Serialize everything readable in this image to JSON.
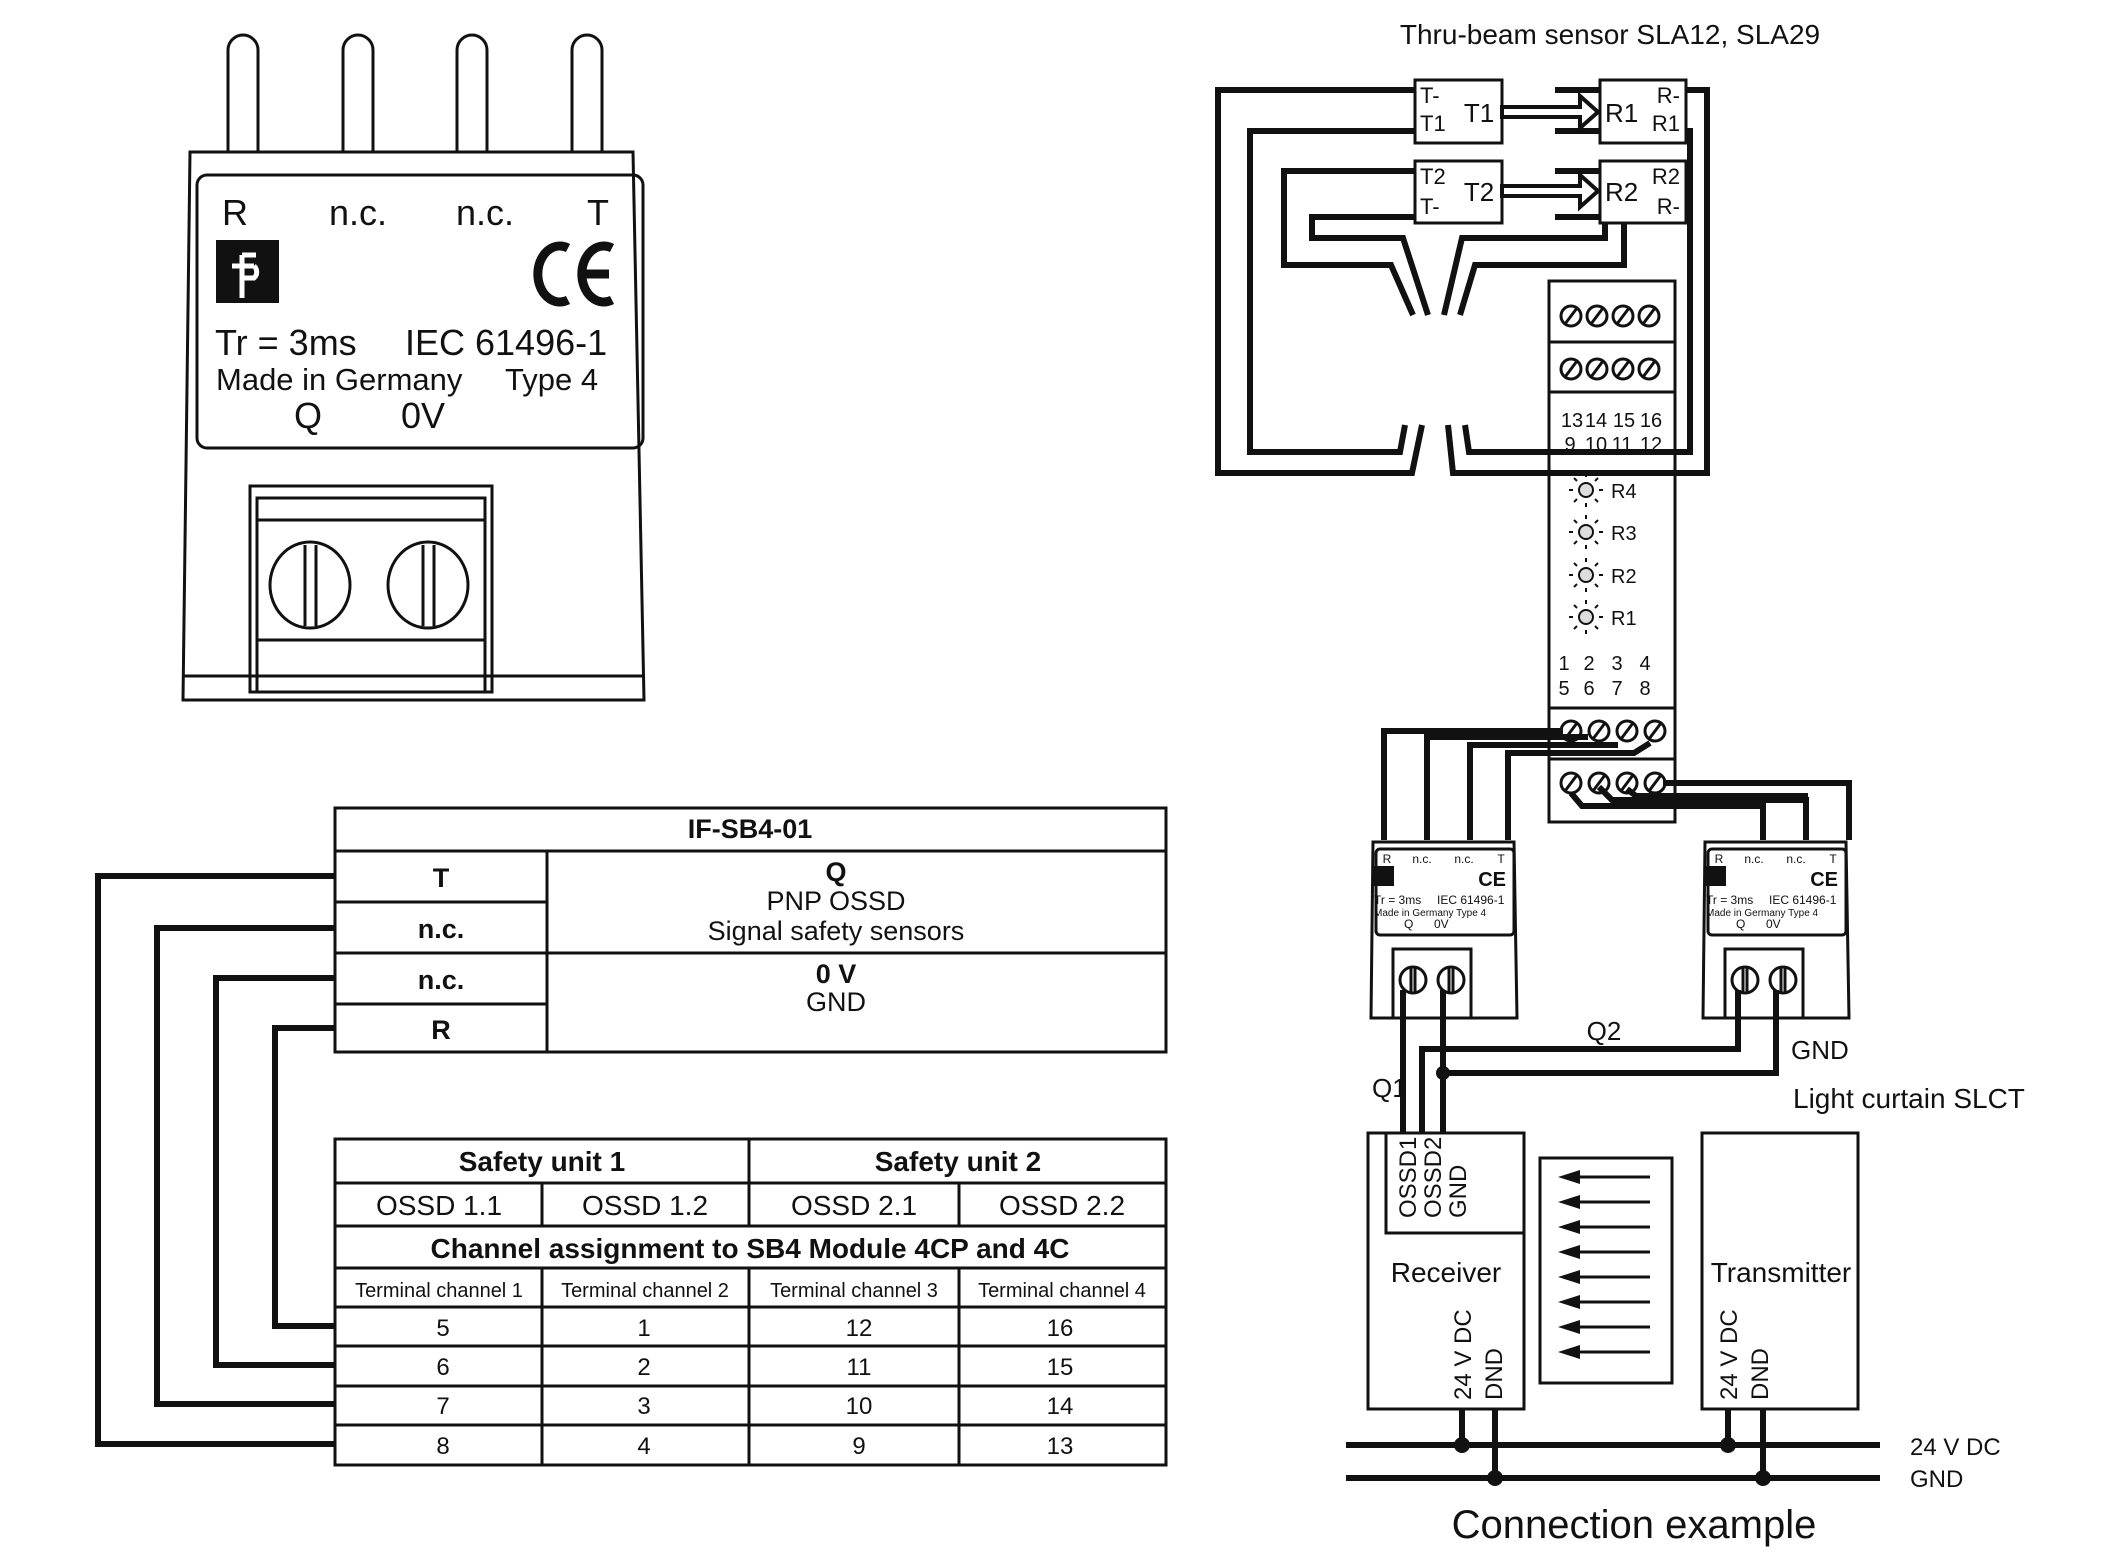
{
  "device_large": {
    "pins": [
      "R",
      "n.c.",
      "n.c.",
      "T"
    ],
    "logo": "pf-logo",
    "ce_mark": "CE",
    "line1_left": "Tr = 3ms",
    "line1_right": "IEC 61496-1",
    "line2_left": "Made in Germany",
    "line2_right": "Type 4",
    "terminal_q": "Q",
    "terminal_0v": "0V"
  },
  "pin_table": {
    "title": "IF-SB4-01",
    "pins": [
      "T",
      "n.c.",
      "n.c.",
      "R"
    ],
    "q_block": [
      "Q",
      "PNP OSSD",
      "Signal safety sensors"
    ],
    "gnd_block": [
      "0 V",
      "GND"
    ]
  },
  "channel_table": {
    "units": [
      "Safety unit 1",
      "Safety unit 2"
    ],
    "ossd": [
      "OSSD 1.1",
      "OSSD 1.2",
      "OSSD 2.1",
      "OSSD 2.2"
    ],
    "assignment_title": "Channel assignment to SB4 Module 4CP and 4C",
    "columns": [
      "Terminal channel 1",
      "Terminal channel 2",
      "Terminal channel 3",
      "Terminal channel 4"
    ],
    "rows": [
      [
        "5",
        "1",
        "12",
        "16"
      ],
      [
        "6",
        "2",
        "11",
        "15"
      ],
      [
        "7",
        "3",
        "10",
        "14"
      ],
      [
        "8",
        "4",
        "9",
        "13"
      ]
    ]
  },
  "thru_beam": {
    "title": "Thru-beam sensor SLA12, SLA29",
    "transmitter1": {
      "pin_a": "T-",
      "pin_b": "T1",
      "label": "T1"
    },
    "receiver1": {
      "pin_a": "R-",
      "pin_b": "R1",
      "label": "R1"
    },
    "transmitter2": {
      "pin_a": "T2",
      "pin_b": "T-",
      "label": "T2"
    },
    "receiver2": {
      "pin_a": "R2",
      "pin_b": "R-",
      "label": "R2"
    }
  },
  "module": {
    "top_terminals": [
      "13",
      "14",
      "15",
      "16"
    ],
    "top_terminals_2": [
      "9",
      "10",
      "11",
      "12"
    ],
    "leds": [
      "R4",
      "R3",
      "R2",
      "R1"
    ],
    "bottom_terminals": [
      "1",
      "2",
      "3",
      "4"
    ],
    "bottom_terminals_2": [
      "5",
      "6",
      "7",
      "8"
    ]
  },
  "device_small": {
    "pins": [
      "R",
      "n.c.",
      "n.c.",
      "T"
    ],
    "line1_left": "Tr = 3ms",
    "line1_right": "IEC 61496-1",
    "line2": "Made in Germany   Type 4",
    "terminal_q": "Q",
    "terminal_0v": "0V"
  },
  "wiring": {
    "q1": "Q1",
    "q2": "Q2",
    "gnd": "GND",
    "light_curtain": "Light curtain SLCT",
    "receiver": {
      "label": "Receiver",
      "pins": [
        "OSSD1",
        "OSSD2",
        "GND"
      ],
      "power_pins": [
        "24 V DC",
        "DND"
      ]
    },
    "transmitter": {
      "label": "Transmitter",
      "power_pins": [
        "24 V DC",
        "DND"
      ]
    },
    "bus_24v": "24 V DC",
    "bus_gnd": "GND"
  },
  "caption": "Connection example"
}
